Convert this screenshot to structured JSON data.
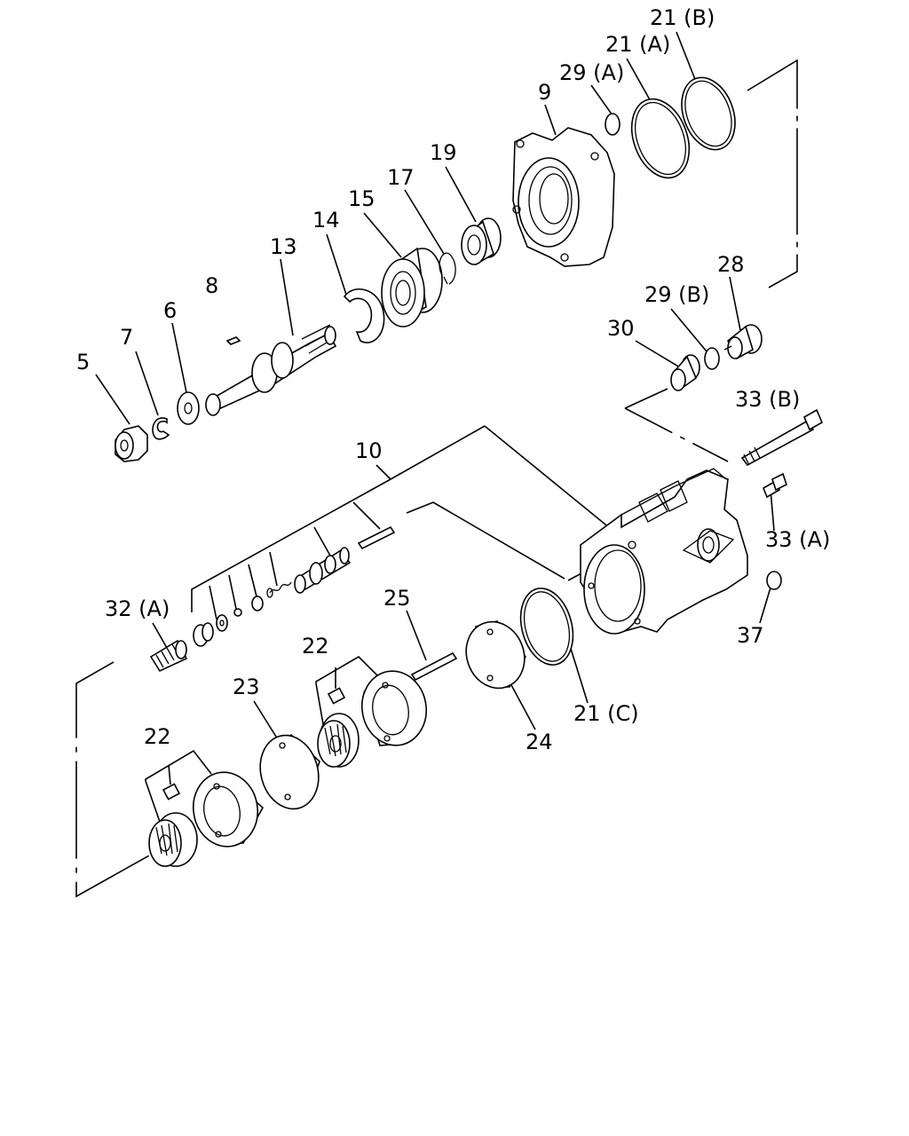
{
  "diagram": {
    "callouts": [
      {
        "id": "5",
        "label": "5"
      },
      {
        "id": "7",
        "label": "7"
      },
      {
        "id": "6",
        "label": "6"
      },
      {
        "id": "8",
        "label": "8"
      },
      {
        "id": "13",
        "label": "13"
      },
      {
        "id": "14",
        "label": "14"
      },
      {
        "id": "15",
        "label": "15"
      },
      {
        "id": "17",
        "label": "17"
      },
      {
        "id": "19",
        "label": "19"
      },
      {
        "id": "9",
        "label": "9"
      },
      {
        "id": "29A",
        "label": "29 (A)"
      },
      {
        "id": "21A",
        "label": "21 (A)"
      },
      {
        "id": "21B",
        "label": "21 (B)"
      },
      {
        "id": "28",
        "label": "28"
      },
      {
        "id": "29B",
        "label": "29 (B)"
      },
      {
        "id": "30",
        "label": "30"
      },
      {
        "id": "33B",
        "label": "33 (B)"
      },
      {
        "id": "33A",
        "label": "33 (A)"
      },
      {
        "id": "37",
        "label": "37"
      },
      {
        "id": "10",
        "label": "10"
      },
      {
        "id": "32A",
        "label": "32 (A)"
      },
      {
        "id": "25",
        "label": "25"
      },
      {
        "id": "22a",
        "label": "22"
      },
      {
        "id": "23",
        "label": "23"
      },
      {
        "id": "22b",
        "label": "22"
      },
      {
        "id": "24",
        "label": "24"
      },
      {
        "id": "21C",
        "label": "21 (C)"
      }
    ]
  }
}
